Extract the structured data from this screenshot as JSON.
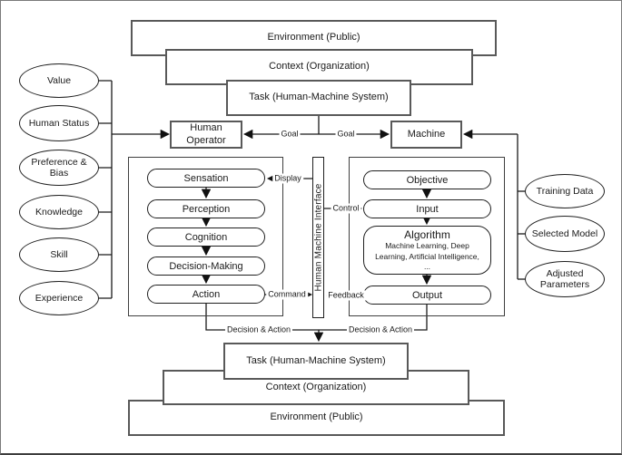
{
  "diagram": {
    "top_stack": {
      "environment": "Environment (Public)",
      "context": "Context (Organization)",
      "task": "Task (Human-Machine System)"
    },
    "bottom_stack": {
      "task": "Task (Human-Machine System)",
      "context": "Context (Organization)",
      "environment": "Environment (Public)"
    },
    "human_operator": "Human Operator",
    "machine": "Machine",
    "hmi": "Human Machine Interface",
    "left_factors": [
      "Value",
      "Human Status",
      "Preference & Bias",
      "Knowledge",
      "Skill",
      "Experience"
    ],
    "human_process": [
      "Sensation",
      "Perception",
      "Cognition",
      "Decision-Making",
      "Action"
    ],
    "machine_process": [
      "Objective",
      "Input",
      "Algorithm",
      "Output"
    ],
    "algorithm_detail": "Machine Learning, Deep Learning, Artificial Intelligence, ...",
    "right_factors": [
      "Training Data",
      "Selected Model",
      "Adjusted Parameters"
    ],
    "labels": {
      "goal_left": "Goal",
      "goal_right": "Goal",
      "display": "Display",
      "control": "Control",
      "command": "Command",
      "feedback": "Feedback",
      "decision_action_left": "Decision & Action",
      "decision_action_right": "Decision & Action"
    },
    "colors": {
      "line": "#1a1a1a",
      "gray_border": "#595959",
      "container_border": "#3f3f3f",
      "black_border": "#1f1f1f"
    }
  }
}
